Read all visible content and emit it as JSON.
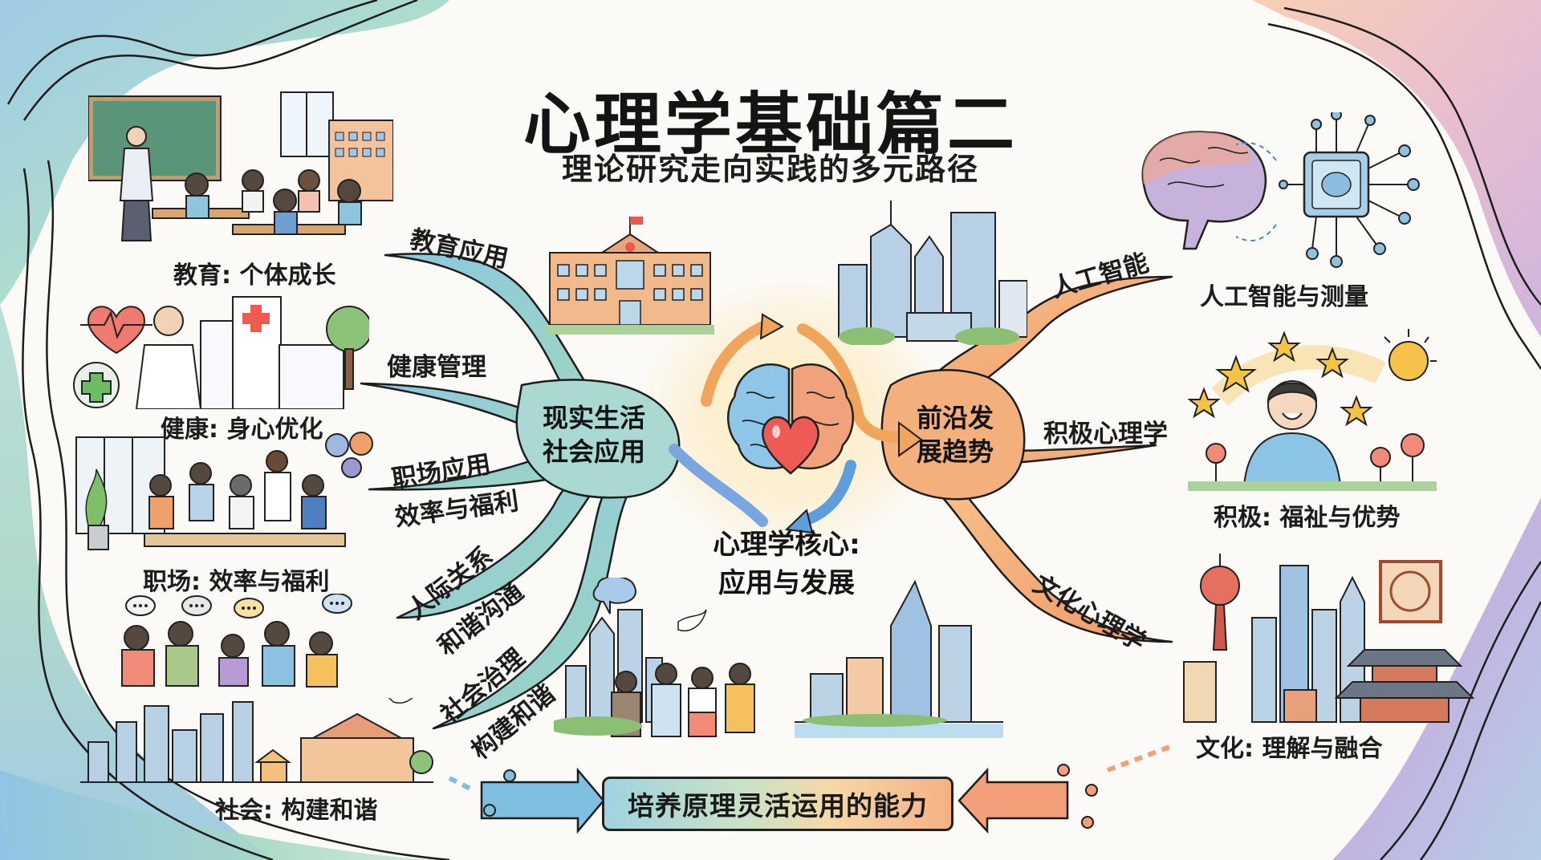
{
  "header": {
    "title": "心理学基础篇二",
    "subtitle": "理论研究走向实践的多元路径"
  },
  "core": {
    "line1": "心理学核心:",
    "line2": "应用与发展",
    "icon": "brain-heart-icon"
  },
  "left_hub": {
    "line1": "现实生活",
    "line2": "社会应用",
    "color": "#7fbfd6"
  },
  "right_hub": {
    "line1": "前沿发",
    "line2": "展趋势",
    "color": "#f0a066"
  },
  "left_branches": [
    {
      "label": "教育应用",
      "sub": ""
    },
    {
      "label": "健康管理",
      "sub": ""
    },
    {
      "label": "职场应用",
      "sub": "效率与福利"
    },
    {
      "label": "人际关系",
      "sub": "和谐沟通"
    },
    {
      "label": "社会治理",
      "sub": "构建和谐"
    }
  ],
  "right_branches": [
    {
      "label": "人工智能"
    },
    {
      "label": "积极心理学"
    },
    {
      "label": "文化心理学"
    }
  ],
  "left_panels": [
    {
      "caption": "教育: 个体成长",
      "icon": "classroom-icon"
    },
    {
      "caption": "健康: 身心优化",
      "icon": "hospital-doctor-icon"
    },
    {
      "caption": "职场: 效率与福利",
      "icon": "office-meeting-icon"
    },
    {
      "caption": "",
      "icon": "people-chatting-icon"
    },
    {
      "caption": "社会: 构建和谐",
      "icon": "city-skyline-icon"
    }
  ],
  "right_panels": [
    {
      "caption": "人工智能与测量",
      "icon": "brain-chip-icon"
    },
    {
      "caption": "积极: 福祉与优势",
      "icon": "smiling-person-stars-icon"
    },
    {
      "caption": "文化: 理解与融合",
      "icon": "chinese-culture-city-icon"
    }
  ],
  "bottom": {
    "label": "培养原理灵活运用的能力"
  },
  "colors": {
    "left_accent": "#6fb6cf",
    "left_green": "#79c3a6",
    "right_accent": "#f09a5c",
    "corner_purple": "#b79ad0"
  }
}
